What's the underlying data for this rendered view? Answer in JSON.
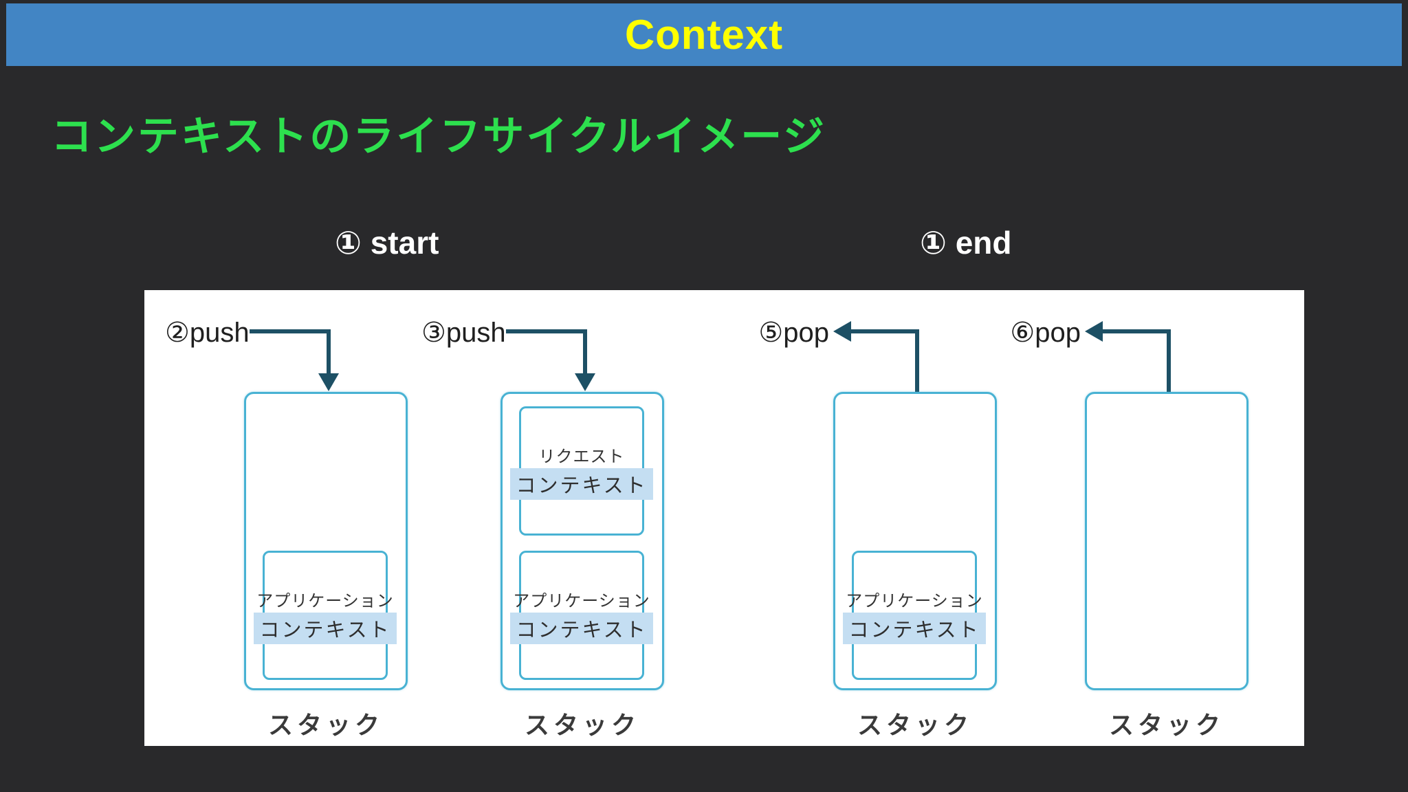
{
  "header": {
    "title": "Context",
    "bg_color": "#4285c4",
    "title_color": "#ffff00"
  },
  "subtitle": {
    "text": "コンテキストのライフサイクルイメージ",
    "color": "#2de04e"
  },
  "phase": {
    "start": "① start",
    "end": "① end"
  },
  "diagram": {
    "stacks": [
      {
        "action_label": "②push",
        "action": "push",
        "contexts": [
          {
            "line1": "アプリケーション",
            "line2": "コンテキスト"
          }
        ],
        "stack_label": "スタック"
      },
      {
        "action_label": "③push",
        "action": "push",
        "contexts": [
          {
            "line1": "リクエスト",
            "line2": "コンテキスト"
          },
          {
            "line1": "アプリケーション",
            "line2": "コンテキスト"
          }
        ],
        "stack_label": "スタック"
      },
      {
        "action_label": "⑤pop",
        "action": "pop",
        "contexts": [
          {
            "line1": "アプリケーション",
            "line2": "コンテキスト"
          }
        ],
        "stack_label": "スタック"
      },
      {
        "action_label": "⑥pop",
        "action": "pop",
        "contexts": [],
        "stack_label": "スタック"
      }
    ],
    "colors": {
      "box_border": "#48b2d3",
      "arrow": "#1d5065",
      "highlight": "#c4def2",
      "panel_bg": "#ffffff",
      "background": "#29292b"
    }
  }
}
